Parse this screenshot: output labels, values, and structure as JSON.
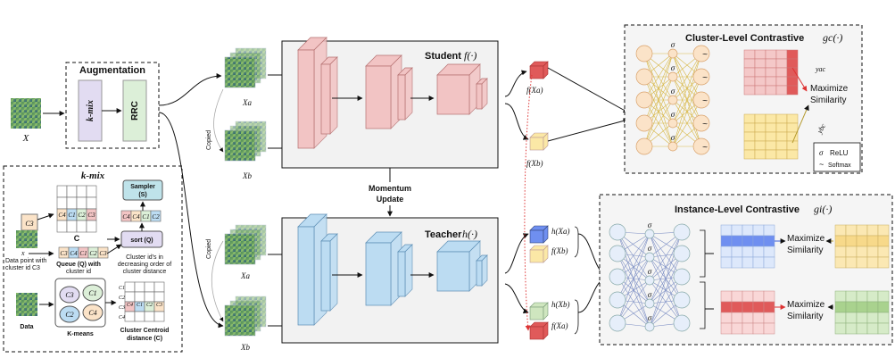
{
  "augmentation": {
    "title": "Augmentation",
    "kmix": "k-mix",
    "rrc": "RRC"
  },
  "input": {
    "label": "X"
  },
  "kmix_panel": {
    "title": "k-mix",
    "c_label": "C",
    "cells": [
      "C4",
      "C1",
      "C2",
      "C3"
    ],
    "c3": "C3",
    "x": "x",
    "data_point_caption": [
      "Data point with",
      "cluster id C3"
    ],
    "queue_caption": [
      "Queue (Q) with",
      "cluster id"
    ],
    "sampler": [
      "Sampler",
      "(S)"
    ],
    "sort": "sort (Q)",
    "sorted_caption": [
      "Cluster id's in",
      "decreasing order of",
      "cluster distance"
    ],
    "data": "Data",
    "kmeans": "K-means",
    "centroid_caption": [
      "Cluster Centroid",
      "distance (C)"
    ],
    "cluster_labels": [
      "C3",
      "C1",
      "C2",
      "C4"
    ]
  },
  "views": {
    "xa": "Xa",
    "xb": "Xb",
    "copied": "Copied"
  },
  "student": {
    "label": "Student",
    "fn": "f(·)",
    "out_a": "f(Xa)",
    "out_b": "f(Xb)"
  },
  "teacher": {
    "label": "Teacher",
    "fn": "h(·)",
    "out_ha": "h(Xa)",
    "out_fb": "f(Xb)",
    "out_hb": "h(Xb)",
    "out_fa": "f(Xa)"
  },
  "momentum": [
    "Momentum",
    "Update"
  ],
  "cluster": {
    "title": "Cluster-Level Contrastive",
    "fn": "gc(·)",
    "maximize": [
      "Maximize",
      "Similarity"
    ],
    "ya": "yac",
    "yb": "ybc",
    "legend_relu": "ReLU",
    "legend_softmax": "Softmax",
    "sigma": "σ",
    "tilde": "~"
  },
  "instance": {
    "title": "Instance-Level Contrastive",
    "fn": "gi(·)",
    "maximize": [
      "Maximize",
      "Similarity"
    ],
    "sigma": "σ"
  },
  "colors": {
    "student": "#f2c4c4",
    "teacher": "#bcdcf2",
    "kmix": "#e2dcf2",
    "rrc": "#dcefd8",
    "cluster_node": "#fbe3c8",
    "red": "#e05a5a",
    "blue": "#6f8ff0",
    "yellow": "#fbe8a6",
    "green": "#cfe6bf"
  }
}
